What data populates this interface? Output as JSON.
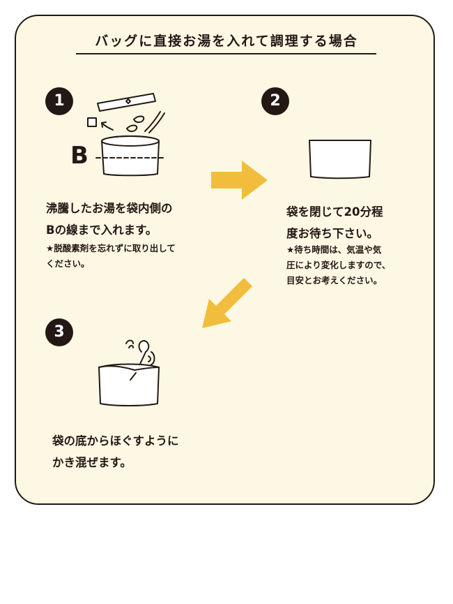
{
  "title": "バッグに直接お湯を入れて調理する場合",
  "steps": [
    {
      "number": "1",
      "main": "沸騰したお湯を袋内側の\nBの線まで入れます。",
      "note": "★脱酸素剤を忘れずに取り出して\nください。",
      "illustration_label": "B"
    },
    {
      "number": "2",
      "main": "袋を閉じて20分程\n度お待ち下さい。",
      "note": "★待ち時間は、気温や気\n圧により変化しますので、\n目安とお考えください。"
    },
    {
      "number": "3",
      "main": "袋の底からほぐすように\nかき混ぜます。"
    }
  ],
  "colors": {
    "card_background": "#fdf8e3",
    "ink": "#231815",
    "arrow": "#f2bd3c"
  },
  "icons": [
    "bag-pour-icon",
    "sealed-bag-icon",
    "bag-stir-icon",
    "arrow-right-icon",
    "arrow-down-left-icon"
  ]
}
